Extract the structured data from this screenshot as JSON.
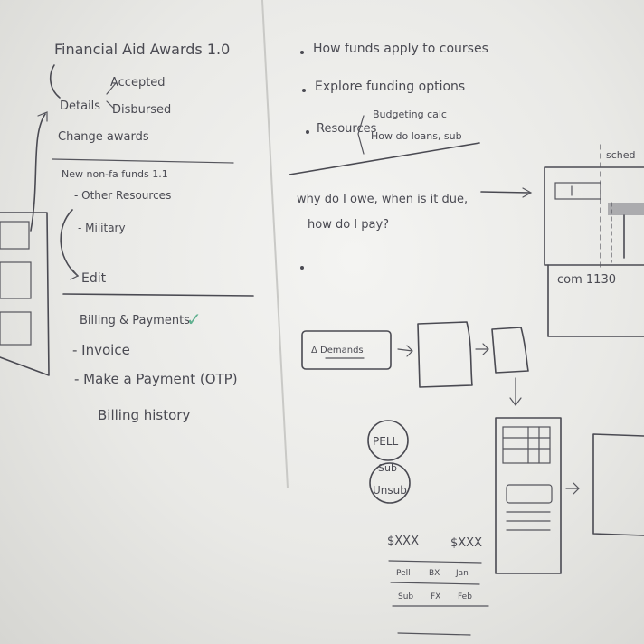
{
  "left_panel": {
    "title": "Financial Aid Awards 1.0",
    "details": "Details",
    "accepted": "Accepted",
    "disbursed": "Disbursed",
    "change_awards": "Change awards",
    "new_funds": "New non-fa funds 1.1",
    "other_resources": "- Other Resources",
    "military": "- Military",
    "edit": "Edit",
    "billing_title": "Billing & Payments",
    "checkmark": "✓",
    "invoice": "- Invoice",
    "make_payment": "- Make a Payment (OTP)",
    "billing_history": "Billing history"
  },
  "right_panel": {
    "bullets": [
      "How funds apply to courses",
      "Explore funding options",
      "Resources"
    ],
    "budgeting": "Budgeting calc",
    "loans": "How do loans, sub",
    "question_line1": "why do I owe, when is it due,",
    "question_line2": "how do I pay?",
    "com_label": "com 1130",
    "sched_label": "sched",
    "demands": "Δ Demands",
    "pell": "PELL",
    "sub": "Sub",
    "unsub": "Unsub",
    "amount_1": "$XXX",
    "amount_2": "$XXX",
    "table_row1": [
      "Pell",
      "BX",
      "Jan"
    ],
    "table_row2": [
      "Sub",
      "FX",
      "Feb"
    ]
  },
  "colors": {
    "ink": "#4a4a52",
    "checkmark": "#5fb08f",
    "board": "#eeeeec"
  }
}
